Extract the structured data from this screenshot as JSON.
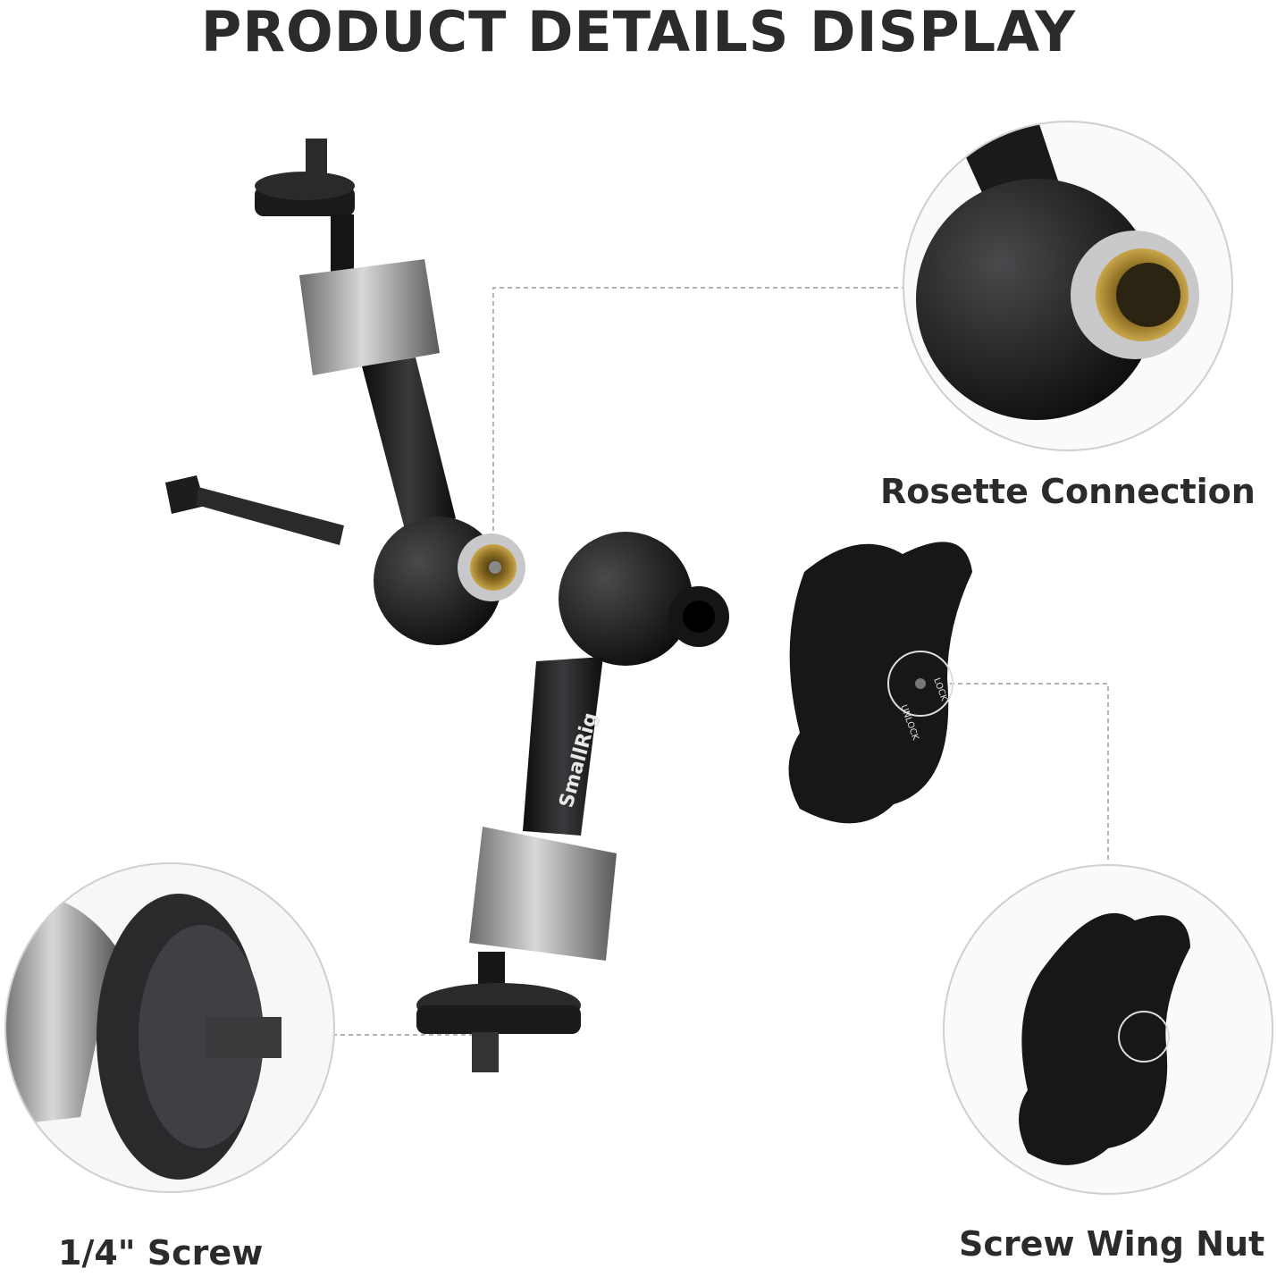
{
  "title": "PRODUCT DETAILS DISPLAY",
  "callouts": [
    {
      "label": "Rosette Connection"
    },
    {
      "label": "1/4\" Screw"
    },
    {
      "label": "Screw Wing Nut"
    }
  ],
  "product": {
    "brand_mark": "SmallRig",
    "knob_lock_text": "LOCK",
    "knob_unlock_text": "UNLOCK"
  },
  "colors": {
    "text": "#2b2b2b",
    "metal_black": "#1c1c1e",
    "silver": "#9a9a9c",
    "brass": "#9a7b2c",
    "dashed_line": "#9a9a9a",
    "circle_border": "#cfcfcf"
  }
}
